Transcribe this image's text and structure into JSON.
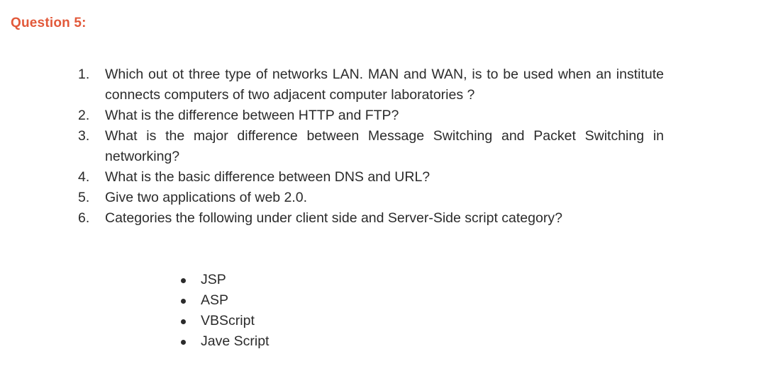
{
  "heading": {
    "title": "Question 5:",
    "color": "#e2593a"
  },
  "colors": {
    "page_background": "#ffffff",
    "body_text": "#2b2b2b",
    "heading_accent": "#e2593a"
  },
  "questions": [
    {
      "number": "1.",
      "text": "Which out ot three type of networks LAN. MAN and WAN, is to be used when an institute connects computers of two adjacent computer laboratories ?"
    },
    {
      "number": "2.",
      "text": "What is the difference between HTTP and FTP?"
    },
    {
      "number": "3.",
      "text": "What is the major difference between Message Switching and Packet Switching in networking?"
    },
    {
      "number": "4.",
      "text": "What is the basic difference between DNS and URL?"
    },
    {
      "number": "5.",
      "text": "Give two applications of web 2.0."
    },
    {
      "number": "6.",
      "text": "Categories the following under client side and Server-Side script category?"
    }
  ],
  "sub_items": [
    {
      "bullet": "bullet-dot",
      "label": "JSP"
    },
    {
      "bullet": "bullet-dot",
      "label": "ASP"
    },
    {
      "bullet": "bullet-dot",
      "label": "VBScript"
    },
    {
      "bullet": "bullet-dot",
      "label": "Jave Script"
    }
  ]
}
